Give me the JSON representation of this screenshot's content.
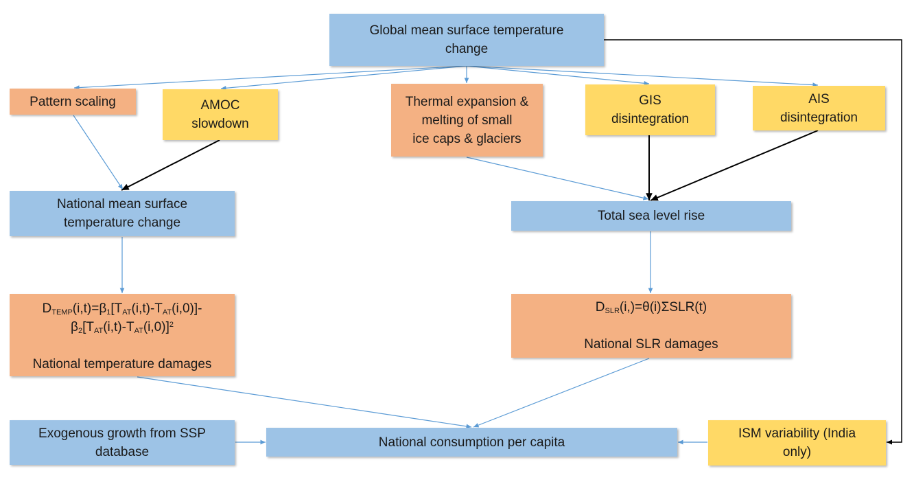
{
  "nodes": {
    "global_temp": "Global mean surface temperature change",
    "pattern_scaling": "Pattern scaling",
    "amoc": "AMOC slowdown",
    "thermal": "Thermal expansion &\nmelting of small\nice caps & glaciers",
    "gis": "GIS\ndisintegration",
    "ais": "AIS\ndisintegration",
    "national_temp": "National mean surface\ntemperature change",
    "total_slr": "Total sea level rise",
    "temp_damages": {
      "d": "D",
      "d_sub": "TEMP",
      "eq1": "(i,t)=β",
      "b1_sub": "1",
      "eq2": "[T",
      "at_sub1": "AT",
      "eq3": "(i,t)-T",
      "at_sub2": "AT",
      "eq4": "(i,0)]-",
      "b2": "β",
      "b2_sub": "2",
      "eq5": "[T",
      "at_sub3": "AT",
      "eq6": "(i,t)-T",
      "at_sub4": "AT",
      "eq7": "(i,0)]",
      "sq": "2",
      "label": "National temperature damages"
    },
    "slr_damages": {
      "d": "D",
      "d_sub": "SLR",
      "eq": "(i,)=θ(i)ΣSLR(t)",
      "label": "National SLR damages"
    },
    "exogenous": "Exogenous growth from SSP\ndatabase",
    "consumption": "National consumption per capita",
    "ism": "ISM variability (India\nonly)"
  }
}
